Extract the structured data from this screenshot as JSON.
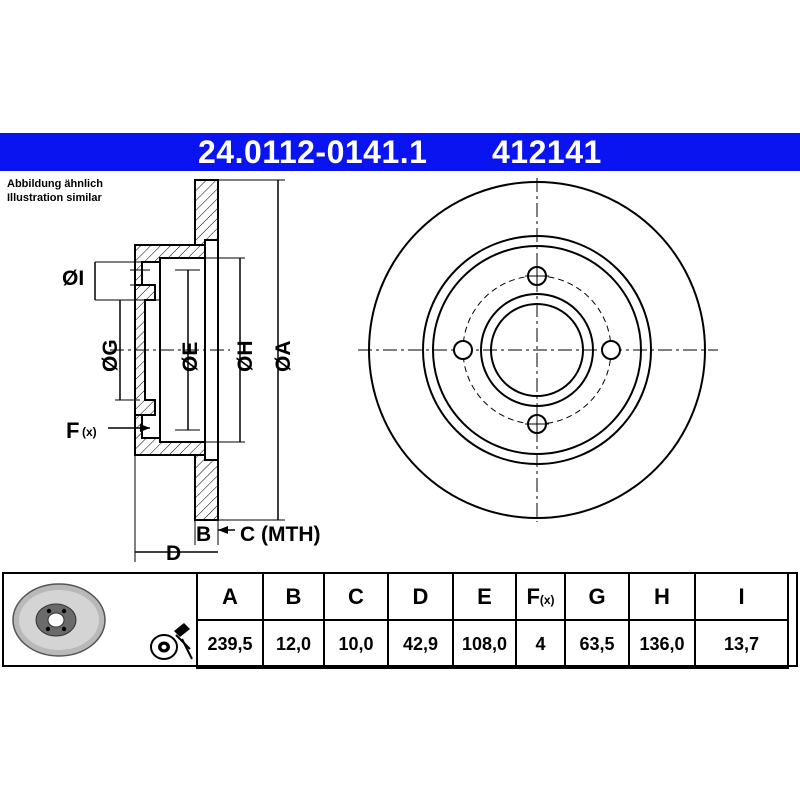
{
  "header": {
    "part_number": "24.0112-0141.1",
    "short_number": "412141",
    "background": "#0a14f0"
  },
  "note": {
    "line1": "Abbildung ähnlich",
    "line2": "Illustration similar"
  },
  "drawing_labels": {
    "dia_i": "ØI",
    "dia_g": "ØG",
    "dia_e": "ØE",
    "dia_h": "ØH",
    "dia_a": "ØA",
    "f": "F",
    "f_sub": "(x)",
    "b": "B",
    "c_mth": "C (MTH)",
    "d": "D"
  },
  "table": {
    "headers": [
      "A",
      "B",
      "C",
      "D",
      "E",
      "F",
      "G",
      "H",
      "I"
    ],
    "f_header_sub": "(x)",
    "values": [
      "239,5",
      "12,0",
      "10,0",
      "42,9",
      "108,0",
      "4",
      "63,5",
      "136,0",
      "13,7"
    ]
  },
  "icons": {
    "thumbnail": "brake-disc-thumbnail-icon",
    "vented": "disc-measure-icon"
  }
}
